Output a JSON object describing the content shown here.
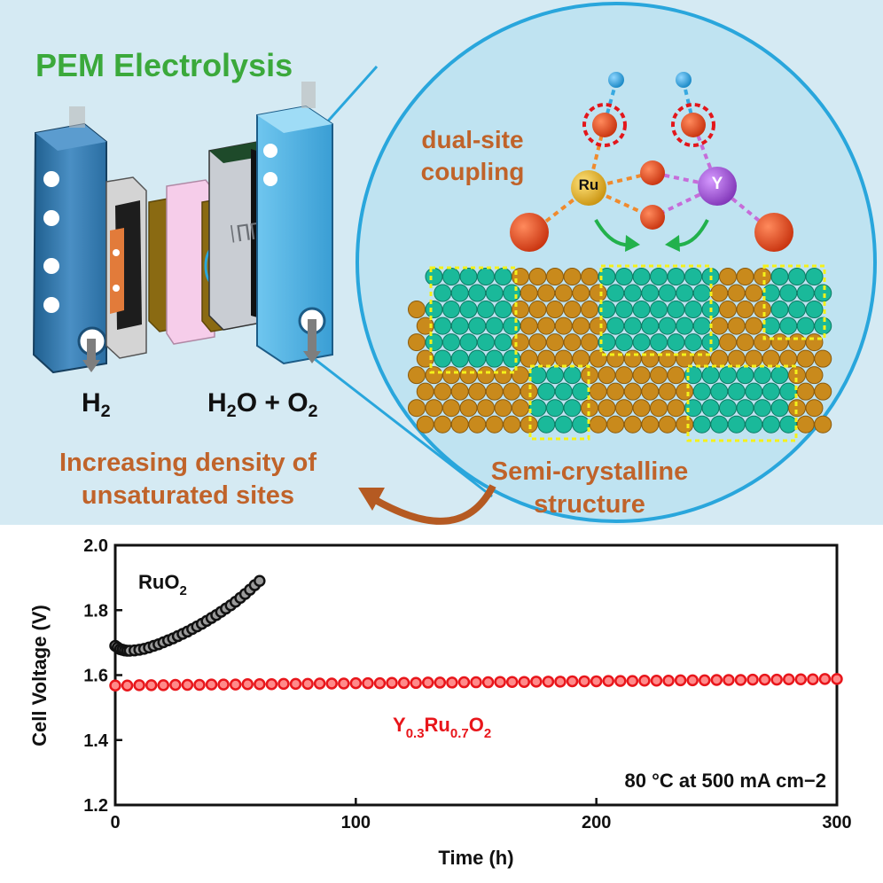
{
  "top": {
    "title": "PEM Electrolysis",
    "outlet_h2": {
      "base": "H",
      "sub": "2"
    },
    "outlet_anode": {
      "a": "H",
      "a_sub": "2",
      "b": "O + O",
      "b_sub": "2"
    },
    "dual_site": [
      "dual-site",
      "coupling"
    ],
    "atom_labels": {
      "ru": "Ru",
      "y": "Y"
    },
    "increasing": [
      "Increasing density of",
      "unsaturated sites"
    ],
    "semi": [
      "Semi-crystalline",
      "structure"
    ]
  },
  "colors": {
    "background": "#d5eaf3",
    "title_green": "#3ba93b",
    "label_orange": "#c0632a",
    "circle_blue": "#29a6dc",
    "teal_atom": "#1ab99a",
    "gold_atom": "#c98a1c",
    "ru_atom": "#e5b311",
    "y_atom": "#a34bd8",
    "o_atom": "#e0401a",
    "h_atom": "#37a9e1",
    "ruo2_series": "#111111",
    "y_series": "#e8161b"
  },
  "chart_data": {
    "type": "scatter",
    "xlabel": "Time (h)",
    "ylabel": "Cell Voltage (V)",
    "xlim": [
      0,
      300
    ],
    "ylim": [
      1.2,
      2.0
    ],
    "xticks": [
      "0",
      "100",
      "200",
      "300"
    ],
    "yticks": [
      "1.2",
      "1.4",
      "1.6",
      "1.8",
      "2.0"
    ],
    "annotation": "80 °C at 500 mA cm−2",
    "series": [
      {
        "name": "RuO2",
        "color": "#111111",
        "x": [
          0,
          1,
          2,
          3,
          4,
          5,
          6,
          8,
          10,
          12,
          14,
          16,
          18,
          20,
          22,
          24,
          26,
          28,
          30,
          32,
          34,
          36,
          38,
          40,
          42,
          44,
          46,
          48,
          50,
          52,
          54,
          56,
          58,
          60
        ],
        "y": [
          1.69,
          1.685,
          1.68,
          1.678,
          1.676,
          1.675,
          1.675,
          1.676,
          1.678,
          1.681,
          1.685,
          1.69,
          1.695,
          1.701,
          1.707,
          1.713,
          1.72,
          1.727,
          1.734,
          1.742,
          1.75,
          1.758,
          1.767,
          1.776,
          1.785,
          1.795,
          1.805,
          1.815,
          1.826,
          1.838,
          1.85,
          1.863,
          1.877,
          1.89
        ]
      },
      {
        "name": "Y0.3Ru0.7O2",
        "color": "#e8161b",
        "x": [
          0,
          5,
          10,
          15,
          20,
          25,
          30,
          35,
          40,
          45,
          50,
          55,
          60,
          65,
          70,
          75,
          80,
          85,
          90,
          95,
          100,
          105,
          110,
          115,
          120,
          125,
          130,
          135,
          140,
          145,
          150,
          155,
          160,
          165,
          170,
          175,
          180,
          185,
          190,
          195,
          200,
          205,
          210,
          215,
          220,
          225,
          230,
          235,
          240,
          245,
          250,
          255,
          260,
          265,
          270,
          275,
          280,
          285,
          290,
          295,
          300
        ],
        "y": [
          1.568,
          1.568,
          1.569,
          1.569,
          1.569,
          1.57,
          1.57,
          1.57,
          1.571,
          1.571,
          1.571,
          1.572,
          1.572,
          1.572,
          1.573,
          1.573,
          1.573,
          1.574,
          1.574,
          1.574,
          1.575,
          1.575,
          1.575,
          1.576,
          1.576,
          1.576,
          1.577,
          1.577,
          1.577,
          1.578,
          1.578,
          1.578,
          1.579,
          1.579,
          1.579,
          1.58,
          1.58,
          1.58,
          1.581,
          1.581,
          1.581,
          1.582,
          1.582,
          1.582,
          1.583,
          1.583,
          1.583,
          1.584,
          1.584,
          1.584,
          1.585,
          1.585,
          1.585,
          1.586,
          1.586,
          1.586,
          1.587,
          1.587,
          1.587,
          1.588,
          1.588
        ]
      }
    ],
    "series_labels": {
      "ruo2": {
        "base": "RuO",
        "sub": "2"
      },
      "y": {
        "a": "Y",
        "a_sub": "0.3",
        "b": "Ru",
        "b_sub": "0.7",
        "c": "O",
        "c_sub": "2"
      }
    }
  }
}
